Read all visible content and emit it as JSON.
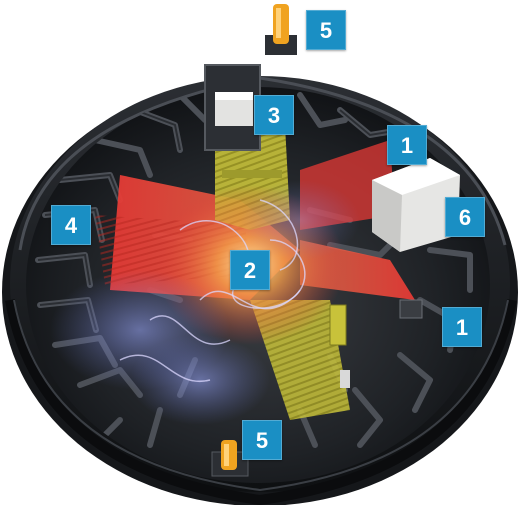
{
  "image": {
    "subject": "cutaway-smoke-detector-chamber",
    "colors": {
      "callout_bg": "#1a8fc4",
      "callout_text": "#ffffff",
      "housing": "#1c1e21",
      "light_beam": "#e53935",
      "light_source": "#e8e8e8",
      "sensor_board": "#c8c23a",
      "smoke": "#7a86c8",
      "contact_pin": "#f0a320"
    }
  },
  "callouts": [
    {
      "id": "c-5-top",
      "label": "5"
    },
    {
      "id": "c-3",
      "label": "3"
    },
    {
      "id": "c-1-top",
      "label": "1"
    },
    {
      "id": "c-6",
      "label": "6"
    },
    {
      "id": "c-4",
      "label": "4"
    },
    {
      "id": "c-2",
      "label": "2"
    },
    {
      "id": "c-1-bot",
      "label": "1"
    },
    {
      "id": "c-5-bot",
      "label": "5"
    }
  ]
}
